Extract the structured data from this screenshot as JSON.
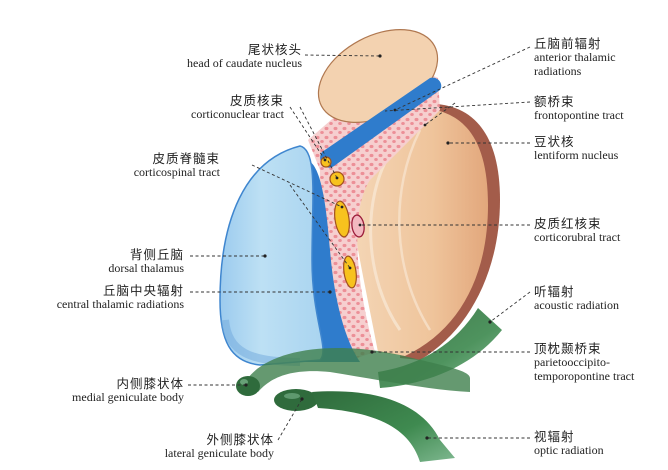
{
  "diagram": {
    "title": "Internal capsule – horizontal section with tracts",
    "colors": {
      "caudate": "#f3d2b0",
      "caudate_edge": "#b07850",
      "capsule_pink": "#f6cfcf",
      "capsule_dots": "#ec8f97",
      "thalamus_light": "#b6dcf2",
      "thalamus_edge": "#3f86cf",
      "radiation_blue": "#2f7ccc",
      "lentiform": "#efc7a0",
      "lentiform_dark": "#a35c4a",
      "tract_yellow": "#f7c21e",
      "tract_edge": "#a0521e",
      "corticorubral_edge": "#9b1c3a",
      "green": "#3f7f4c",
      "green_dark": "#2a5e36"
    },
    "labels": [
      {
        "id": "head-of-caudate",
        "zh": "尾状核头",
        "en": "head of caudate nucleus",
        "side": "left"
      },
      {
        "id": "corticonuclear",
        "zh": "皮质核束",
        "en": "corticonuclear tract",
        "side": "left"
      },
      {
        "id": "corticospinal",
        "zh": "皮质脊髓束",
        "en": "corticospinal tract",
        "side": "left"
      },
      {
        "id": "dorsal-thalamus",
        "zh": "背侧丘脑",
        "en": "dorsal thalamus",
        "side": "left"
      },
      {
        "id": "central-thalamic",
        "zh": "丘脑中央辐射",
        "en": "central thalamic radiations",
        "side": "left"
      },
      {
        "id": "medial-geniculate",
        "zh": "内侧膝状体",
        "en": "medial geniculate body",
        "side": "left"
      },
      {
        "id": "lateral-geniculate",
        "zh": "外侧膝状体",
        "en": "lateral geniculate body",
        "side": "left"
      },
      {
        "id": "anterior-thalamic",
        "zh": "丘脑前辐射",
        "en": "anterior thalamic radiations",
        "en_lines": [
          "anterior thalamic",
          "radiations"
        ],
        "side": "right"
      },
      {
        "id": "frontopontine",
        "zh": "额桥束",
        "en": "frontopontine tract",
        "side": "right"
      },
      {
        "id": "lentiform",
        "zh": "豆状核",
        "en": "lentiform nucleus",
        "side": "right"
      },
      {
        "id": "corticorubral",
        "zh": "皮质红核束",
        "en": "corticorubral tract",
        "side": "right"
      },
      {
        "id": "acoustic",
        "zh": "听辐射",
        "en": "acoustic radiation",
        "side": "right"
      },
      {
        "id": "parietooccipito",
        "zh": "顶枕颞桥束",
        "en": "parietooccipito-temporopontine tract",
        "en_lines": [
          "parietooccipito-",
          "temporopontine tract"
        ],
        "side": "right"
      },
      {
        "id": "optic",
        "zh": "视辐射",
        "en": "optic radiation",
        "side": "right"
      }
    ]
  }
}
